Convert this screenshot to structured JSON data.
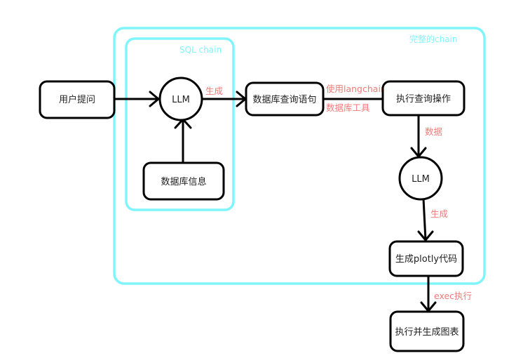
{
  "containers": {
    "outer": {
      "title": "完整的chain",
      "color": "#7ff5fb"
    },
    "sql": {
      "title": "SQL chain",
      "color": "#7ff5fb"
    }
  },
  "nodes": {
    "user_question": "用户提问",
    "llm1": "LLM",
    "db_info": "数据库信息",
    "sql_statement": "数据库查询语句",
    "exec_query": "执行查询操作",
    "llm2": "LLM",
    "gen_plotly": "生成plotly代码",
    "exec_chart": "执行并生成图表"
  },
  "edges": {
    "llm1_to_sql": "生成",
    "sql_to_exec_line1": "使用langchain",
    "sql_to_exec_line2": "数据库工具",
    "exec_to_llm2": "数据",
    "llm2_to_plotly": "生成",
    "plotly_to_chart": "exec执行"
  },
  "colors": {
    "container_stroke": "#7ff5fb",
    "edge_label": "#f07a78",
    "node_stroke": "#000000"
  }
}
